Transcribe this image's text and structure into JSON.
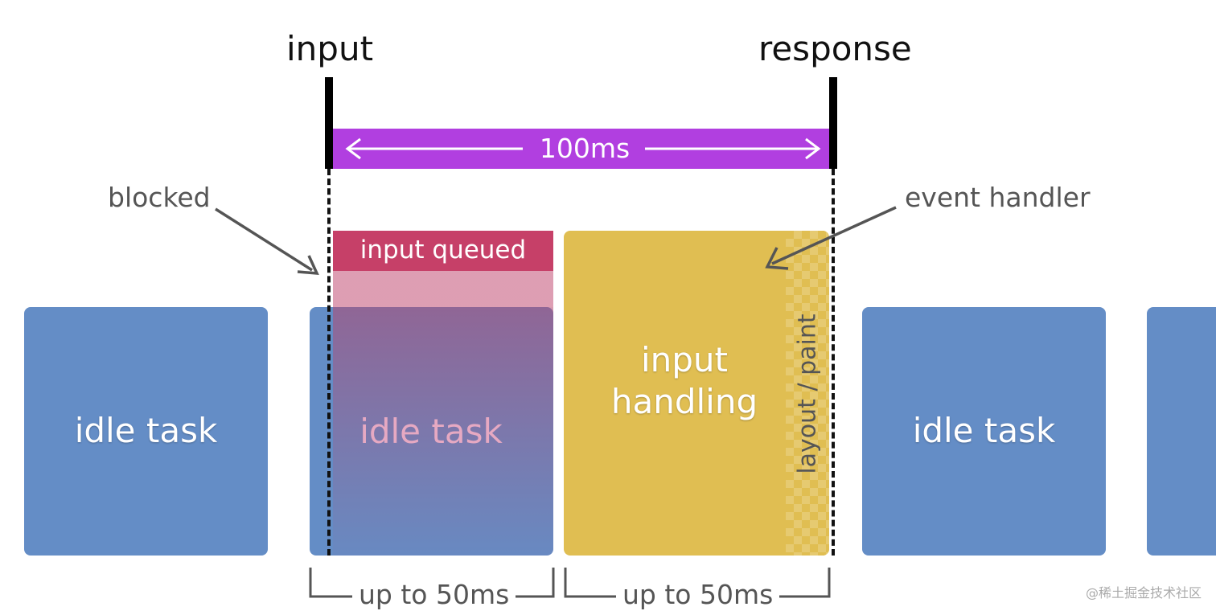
{
  "markers": {
    "input": "input",
    "response": "response"
  },
  "duration_label": "100ms",
  "annotations": {
    "blocked": "blocked",
    "event_handler": "event handler"
  },
  "tasks": {
    "input_queued": "input queued",
    "idle_task": "idle task",
    "input_handling": "input\nhandling",
    "layout_paint": "layout / paint"
  },
  "brackets": {
    "left": "up to 50ms",
    "right": "up to 50ms"
  },
  "watermark": "@稀土掘金技术社区",
  "colors": {
    "idle_blue": "#648dc6",
    "duration_purple": "#b13fe0",
    "queued_red": "#c64068",
    "handling_yellow": "#e0be52"
  }
}
